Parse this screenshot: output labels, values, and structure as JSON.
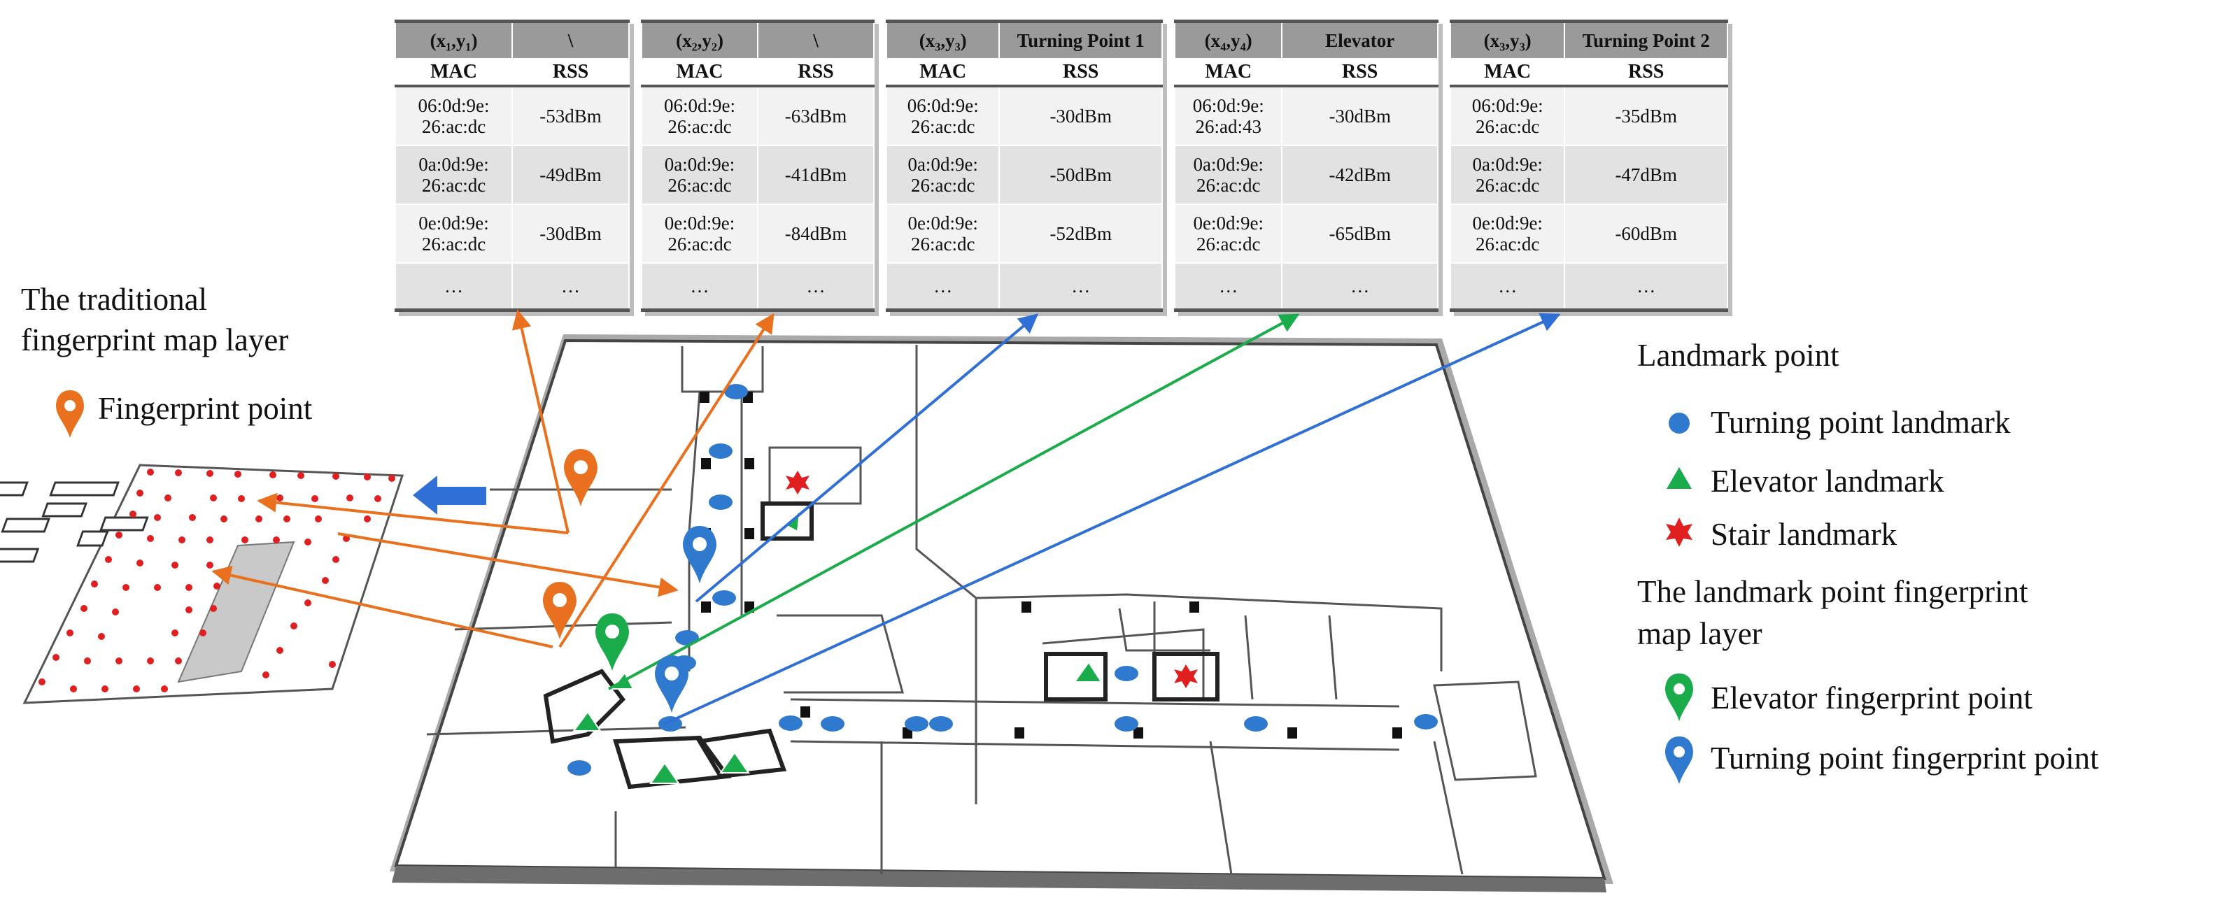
{
  "tables": [
    {
      "coord": "(x₁,y₁)",
      "label": "\\",
      "headers": [
        "MAC",
        "RSS"
      ],
      "rows": [
        {
          "mac": "06:0d:9e:\n26:ac:dc",
          "rss": "-53dBm"
        },
        {
          "mac": "0a:0d:9e:\n26:ac:dc",
          "rss": "-49dBm"
        },
        {
          "mac": "0e:0d:9e:\n26:ac:dc",
          "rss": "-30dBm"
        },
        {
          "mac": "…",
          "rss": "…"
        }
      ]
    },
    {
      "coord": "(x₂,y₂)",
      "label": "\\",
      "headers": [
        "MAC",
        "RSS"
      ],
      "rows": [
        {
          "mac": "06:0d:9e:\n26:ac:dc",
          "rss": "-63dBm"
        },
        {
          "mac": "0a:0d:9e:\n26:ac:dc",
          "rss": "-41dBm"
        },
        {
          "mac": "0e:0d:9e:\n26:ac:dc",
          "rss": "-84dBm"
        },
        {
          "mac": "…",
          "rss": "…"
        }
      ]
    },
    {
      "coord": "(x₃,y₃)",
      "label": "Turning Point 1",
      "headers": [
        "MAC",
        "RSS"
      ],
      "rows": [
        {
          "mac": "06:0d:9e:\n26:ac:dc",
          "rss": "-30dBm"
        },
        {
          "mac": "0a:0d:9e:\n26:ac:dc",
          "rss": "-50dBm"
        },
        {
          "mac": "0e:0d:9e:\n26:ac:dc",
          "rss": "-52dBm"
        },
        {
          "mac": "…",
          "rss": "…"
        }
      ]
    },
    {
      "coord": "(x₄,y₄)",
      "label": "Elevator",
      "headers": [
        "MAC",
        "RSS"
      ],
      "rows": [
        {
          "mac": "06:0d:9e:\n26:ad:43",
          "rss": "-30dBm"
        },
        {
          "mac": "0a:0d:9e:\n26:ac:dc",
          "rss": "-42dBm"
        },
        {
          "mac": "0e:0d:9e:\n26:ac:dc",
          "rss": "-65dBm"
        },
        {
          "mac": "…",
          "rss": "…"
        }
      ]
    },
    {
      "coord": "(x₃,y₃)",
      "label": "Turning Point 2",
      "headers": [
        "MAC",
        "RSS"
      ],
      "rows": [
        {
          "mac": "06:0d:9e:\n26:ac:dc",
          "rss": "-35dBm"
        },
        {
          "mac": "0a:0d:9e:\n26:ac:dc",
          "rss": "-47dBm"
        },
        {
          "mac": "0e:0d:9e:\n26:ac:dc",
          "rss": "-60dBm"
        },
        {
          "mac": "…",
          "rss": "…"
        }
      ]
    }
  ],
  "left_panel": {
    "title_line1": "The traditional",
    "title_line2": "fingerprint map layer",
    "fingerprint_point": "Fingerprint point"
  },
  "legend": {
    "landmark_point": "Landmark point",
    "turning_point_landmark": "Turning point landmark",
    "elevator_landmark": "Elevator landmark",
    "stair_landmark": "Stair landmark",
    "layer_title_line1": "The landmark point fingerprint",
    "layer_title_line2": "map layer",
    "elevator_fingerprint_point": "Elevator fingerprint point",
    "turning_fingerprint_point": "Turning point fingerprint point"
  },
  "colors": {
    "orange": "#e8701e",
    "blue": "#2f79cf",
    "green": "#1aac4b",
    "red": "#e02020",
    "table_header": "#9a9a9a",
    "arrow_blue": "#2f6fd6"
  }
}
